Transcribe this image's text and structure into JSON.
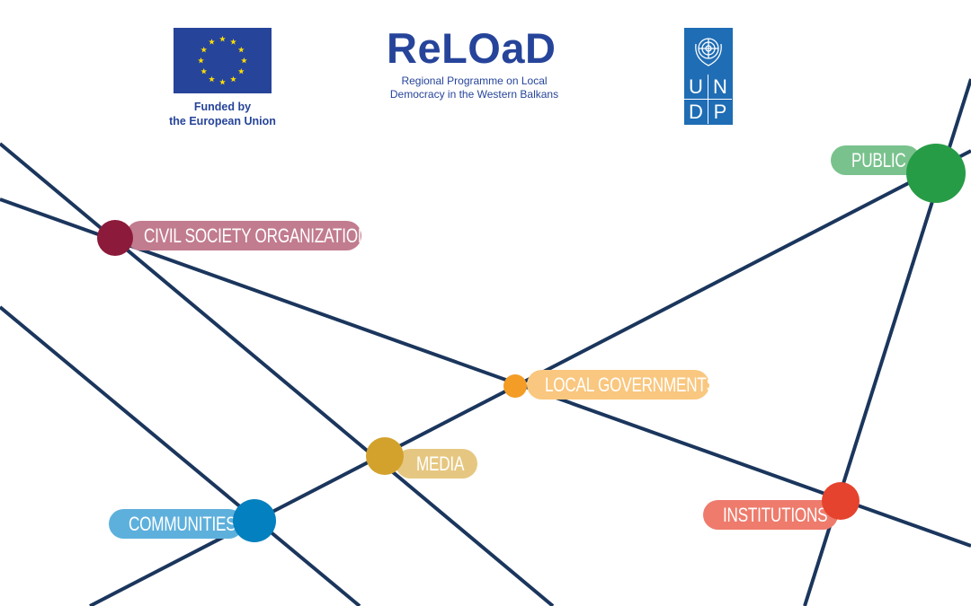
{
  "logos": {
    "eu": {
      "caption_line1": "Funded by",
      "caption_line2": "the European Union",
      "flag_color": "#26449a",
      "star_color": "#ffdd00"
    },
    "reload": {
      "title": "ReLOaD",
      "subtitle_line1": "Regional Programme on Local",
      "subtitle_line2": "Democracy in the Western Balkans",
      "color": "#26449a"
    },
    "undp": {
      "letters": [
        "U",
        "N",
        "D",
        "P"
      ],
      "color": "#1f6db5"
    }
  },
  "network": {
    "line_color": "#1b365d",
    "nodes": [
      {
        "id": "cso",
        "label": "CIVIL SOCIETY ORGANIZATIONS",
        "color": "#8c1a3a",
        "label_color": "#c27c8f"
      },
      {
        "id": "local",
        "label": "LOCAL GOVERNMENTS",
        "color": "#f39c26",
        "label_color": "#f9c77f"
      },
      {
        "id": "media",
        "label": "MEDIA",
        "color": "#d3a22c",
        "label_color": "#e6c781"
      },
      {
        "id": "communities",
        "label": "COMMUNITIES",
        "color": "#0380bf",
        "label_color": "#5eb0dc"
      },
      {
        "id": "public",
        "label": "PUBLIC",
        "color": "#279c47",
        "label_color": "#79c28d"
      },
      {
        "id": "institutions",
        "label": "INSTITUTIONS",
        "color": "#e5432d",
        "label_color": "#ee7b6c"
      }
    ]
  }
}
